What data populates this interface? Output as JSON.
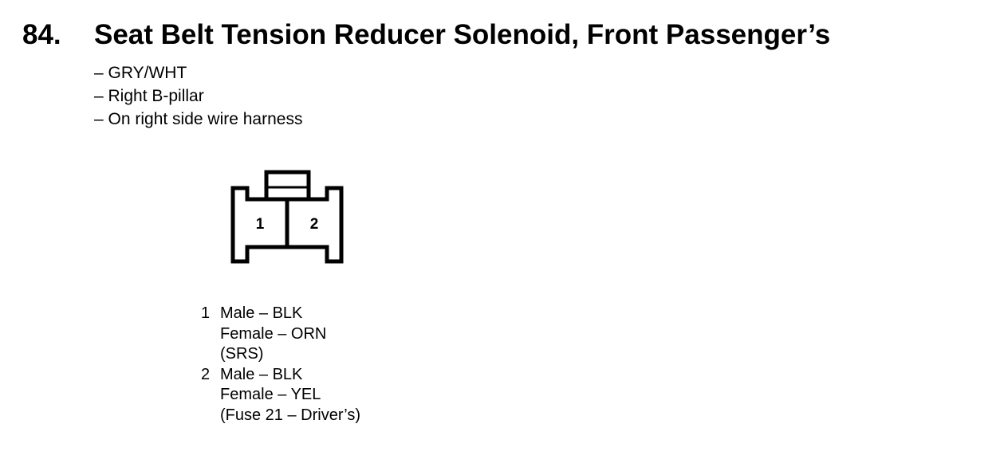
{
  "item": {
    "number": "84.",
    "title": "Seat Belt Tension Reducer Solenoid, Front Passenger’s"
  },
  "details": [
    "– GRY/WHT",
    "– Right B-pillar",
    "– On right side wire harness"
  ],
  "connector": {
    "terminal_labels": [
      "1",
      "2"
    ]
  },
  "pins": [
    {
      "number": "1",
      "lines": [
        "Male – BLK",
        "Female – ORN",
        "(SRS)"
      ]
    },
    {
      "number": "2",
      "lines": [
        "Male – BLK",
        "Female – YEL",
        "(Fuse 21 – Driver’s)"
      ]
    }
  ]
}
